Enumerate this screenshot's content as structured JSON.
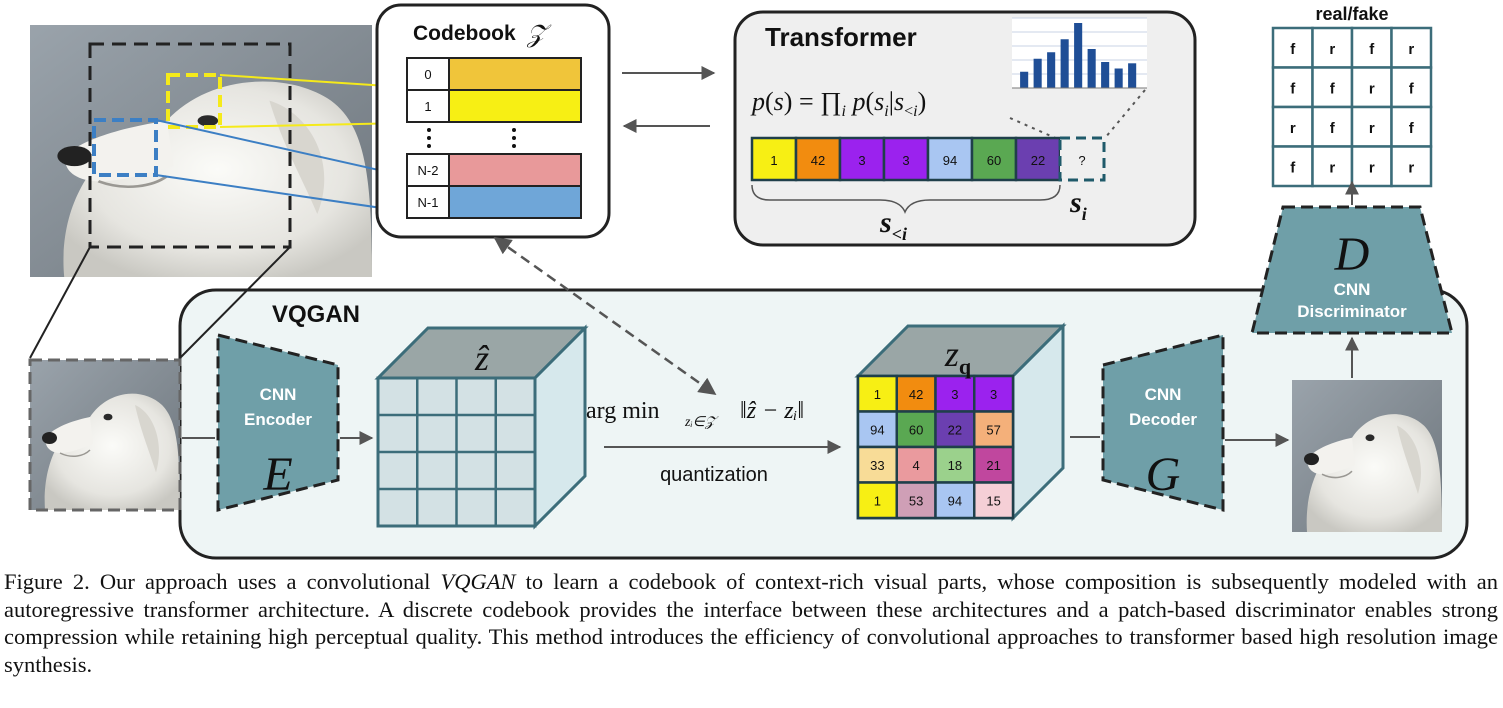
{
  "codebook": {
    "title": "Codebook",
    "symbol": "𝒵",
    "entries": [
      {
        "index": "0",
        "color": "#f0c53a"
      },
      {
        "index": "1",
        "color": "#f7ef14"
      },
      {
        "index": "N-2",
        "color": "#e8999a"
      },
      {
        "index": "N-1",
        "color": "#6fa6d8"
      }
    ]
  },
  "transformer": {
    "title": "Transformer",
    "formula": "p(s) = ∏i p(si|s<i)",
    "sequence": [
      {
        "value": "1",
        "color": "#f7ef14"
      },
      {
        "value": "42",
        "color": "#f28c0f"
      },
      {
        "value": "3",
        "color": "#9b22ee"
      },
      {
        "value": "3",
        "color": "#9b22ee"
      },
      {
        "value": "94",
        "color": "#a9c6f2"
      },
      {
        "value": "60",
        "color": "#5aa852"
      },
      {
        "value": "22",
        "color": "#6b3fb0"
      }
    ],
    "unknown": "?",
    "s_lt_i": "s<i",
    "s_i": "si",
    "histogram": [
      0.25,
      0.45,
      0.55,
      0.75,
      1.0,
      0.6,
      0.4,
      0.3,
      0.38
    ],
    "histogram_color": "#1f4e96"
  },
  "discriminator": {
    "title": "real/fake",
    "grid": [
      [
        "f",
        "r",
        "f",
        "r"
      ],
      [
        "f",
        "f",
        "r",
        "f"
      ],
      [
        "r",
        "f",
        "r",
        "f"
      ],
      [
        "f",
        "r",
        "r",
        "r"
      ]
    ],
    "letter": "D",
    "label_line1": "CNN",
    "label_line2": "Discriminator"
  },
  "vqgan": {
    "title": "VQGAN",
    "encoder": {
      "line1": "CNN",
      "line2": "Encoder",
      "letter": "E"
    },
    "decoder": {
      "line1": "CNN",
      "line2": "Decoder",
      "letter": "G"
    },
    "z_hat_label": "ẑ",
    "zq_label": "zq",
    "argmin": "arg min",
    "argmin_sub": "zᵢ∈𝒵",
    "argmin_norm": "‖ẑ − zᵢ‖",
    "quantization": "quantization",
    "quantized_grid": [
      [
        {
          "v": "1",
          "c": "#f7ef14"
        },
        {
          "v": "42",
          "c": "#f28c0f"
        },
        {
          "v": "3",
          "c": "#9b22ee"
        },
        {
          "v": "3",
          "c": "#9b22ee"
        }
      ],
      [
        {
          "v": "94",
          "c": "#a9c6f2"
        },
        {
          "v": "60",
          "c": "#5aa852"
        },
        {
          "v": "22",
          "c": "#6b3fb0"
        },
        {
          "v": "57",
          "c": "#f4b07a"
        }
      ],
      [
        {
          "v": "33",
          "c": "#f8dc97"
        },
        {
          "v": "4",
          "c": "#ea9a9e"
        },
        {
          "v": "18",
          "c": "#9bd18c"
        },
        {
          "v": "21",
          "c": "#c0479e"
        }
      ],
      [
        {
          "v": "1",
          "c": "#f7ef14"
        },
        {
          "v": "53",
          "c": "#cf9fb6"
        },
        {
          "v": "94",
          "c": "#a9c6f2"
        },
        {
          "v": "15",
          "c": "#f5cfd6"
        }
      ]
    ]
  },
  "colors": {
    "teal": "#6f9fa8",
    "panel_fill": "#eef5f5",
    "grid_fill": "#d3e1e4",
    "grid_line": "#3c6d7a",
    "yellow_box": "#f5ea1a",
    "blue_box": "#3c7fc4"
  },
  "caption": {
    "line1_pre": "Figure 2. Our approach uses a convolutional ",
    "line1_em": "VQGAN",
    "line1_post": " to learn a codebook of context-rich visual parts, whose composition is subsequently modeled with an autoregressive transformer architecture. A discrete codebook provides the interface between these architectures and a patch-based discriminator enables strong compression while retaining high perceptual quality. This method introduces the efficiency of convolutional approaches to transformer based high resolution image synthesis."
  }
}
